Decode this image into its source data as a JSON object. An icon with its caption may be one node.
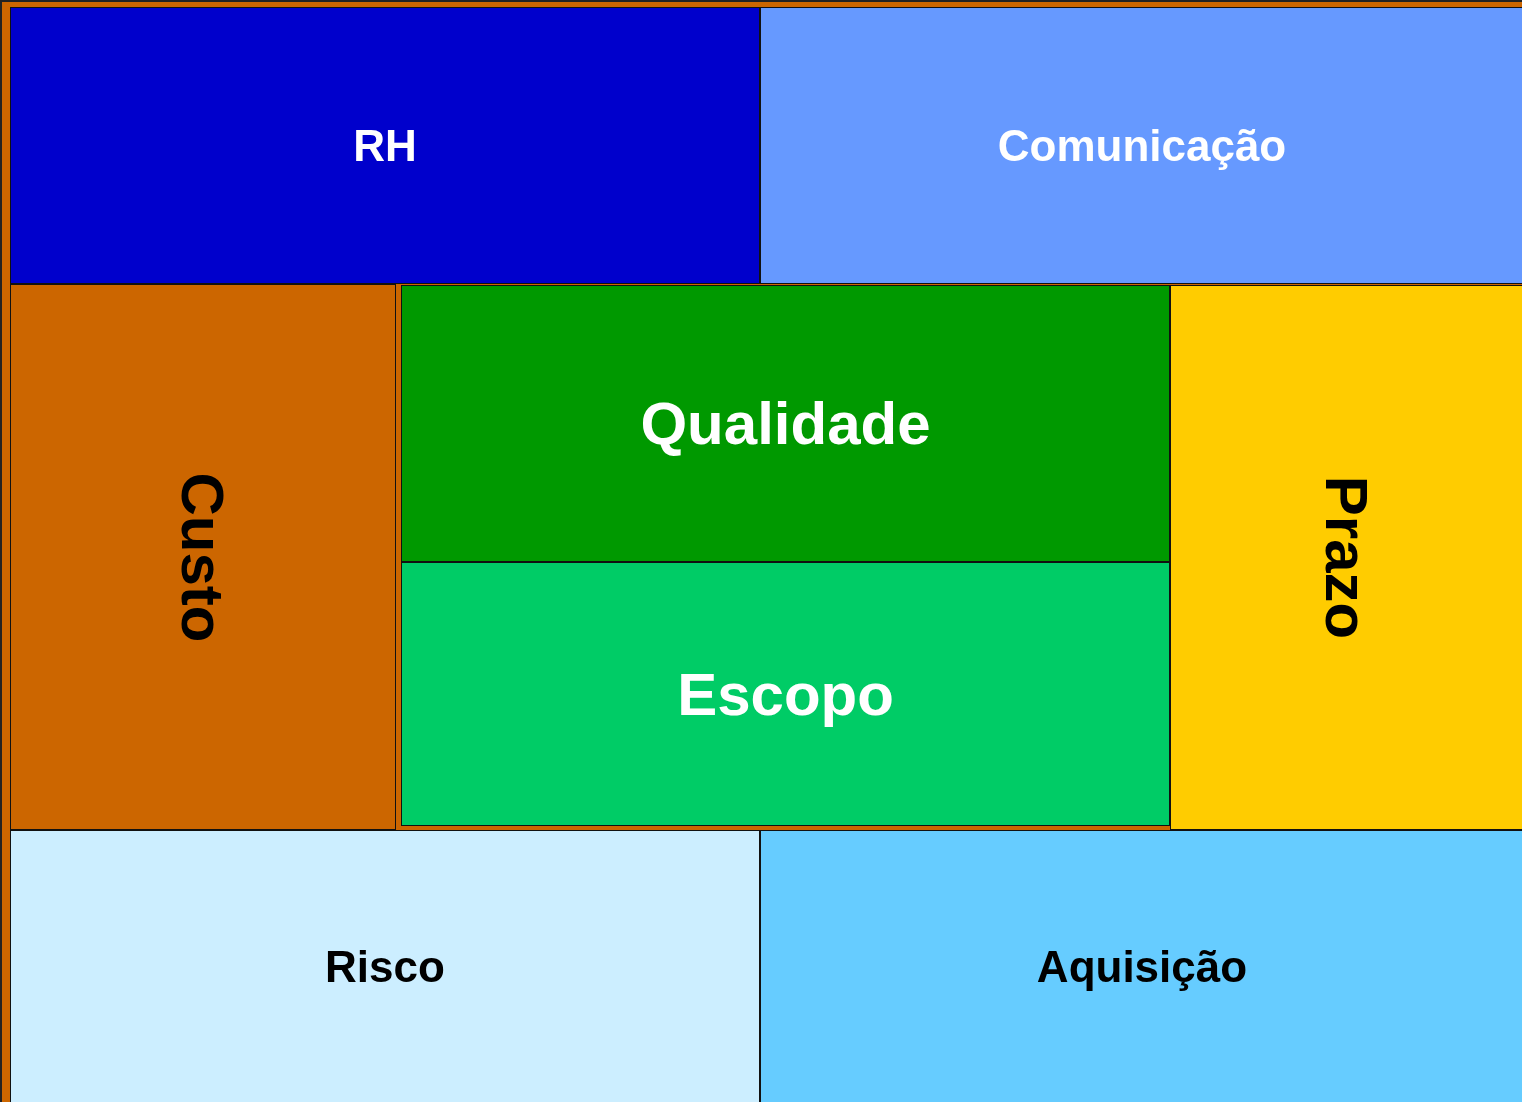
{
  "diagram": {
    "nodes": [
      {
        "text": [
          "RH"
        ]
      },
      {
        "text": [
          "Comunicação"
        ]
      },
      {
        "text": [
          "Custo"
        ]
      },
      {
        "text": [
          "Qualidade"
        ]
      },
      {
        "text": [
          "Escopo"
        ]
      },
      {
        "text": [
          "Prazo"
        ]
      },
      {
        "text": [
          "Risco"
        ]
      },
      {
        "text": [
          "Aquisição"
        ]
      }
    ]
  }
}
